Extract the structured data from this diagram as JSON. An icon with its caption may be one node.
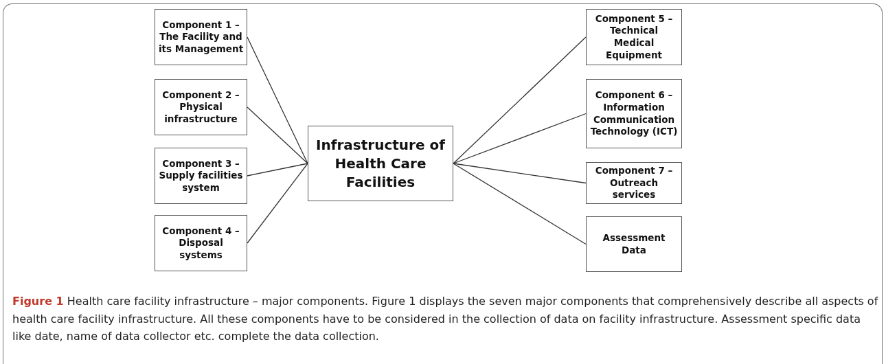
{
  "diagram": {
    "caption": "**Figure 1** Health care facility infrastructure – major components. Figure 1 displays the seven major components that comprehensively describe all aspects of health care facility infrastructure. All these components have to be considered in the collection of data on facility infrastructure. Assessment specific data like date, name of data collector etc. complete the data collection.",
    "nodes": [
      {
        "text": [
          "Component 1 – The Facility and its Management"
        ]
      },
      {
        "text": [
          "Component 2 – Physical infrastructure"
        ]
      },
      {
        "text": [
          "Component 3 – Supply facilities system"
        ]
      },
      {
        "text": [
          "Component 4 – Disposal systems"
        ]
      },
      {
        "text": [
          "Infrastructure of Health Care Facilities"
        ]
      },
      {
        "text": [
          "Component 5 – Technical Medical Equipment"
        ]
      },
      {
        "text": [
          "Component 6 – Information Communication Technology (ICT)"
        ]
      },
      {
        "text": [
          "Component 7 – Outreach services"
        ]
      },
      {
        "text": [
          "Assessment Data"
        ]
      }
    ],
    "edges": [
      {
        "from": 0,
        "to": 4,
        "arrow": "none"
      },
      {
        "from": 1,
        "to": 4,
        "arrow": "none"
      },
      {
        "from": 2,
        "to": 4,
        "arrow": "none"
      },
      {
        "from": 3,
        "to": 4,
        "arrow": "none"
      },
      {
        "from": 5,
        "to": 4,
        "arrow": "none"
      },
      {
        "from": 6,
        "to": 4,
        "arrow": "none"
      },
      {
        "from": 7,
        "to": 4,
        "arrow": "none"
      },
      {
        "from": 8,
        "to": 4,
        "arrow": "none"
      }
    ]
  }
}
